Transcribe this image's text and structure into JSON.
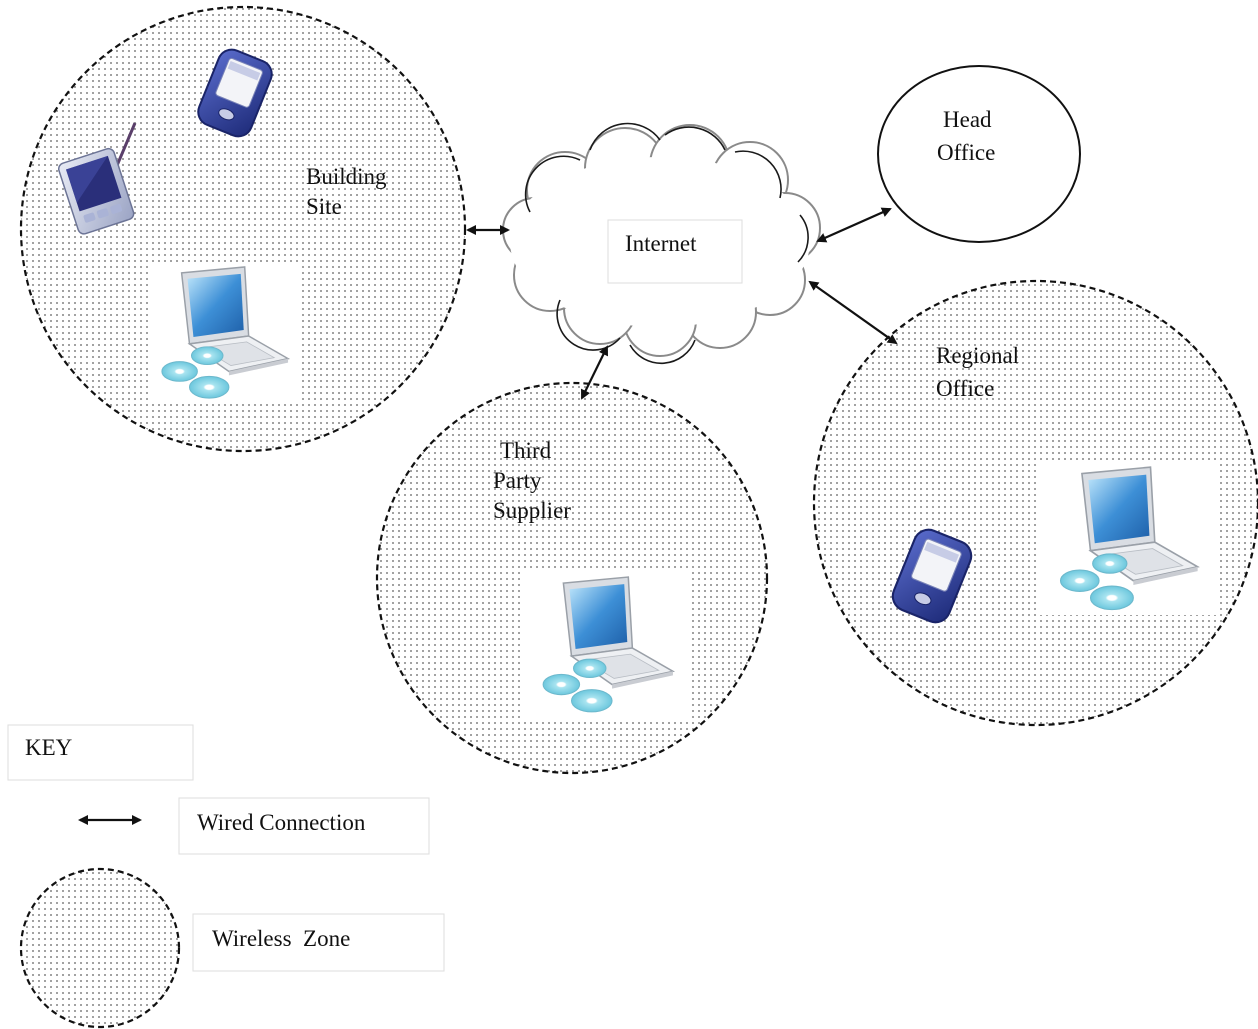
{
  "nodes": {
    "building_site": {
      "line1": "Building",
      "line2": "Site"
    },
    "internet": {
      "label": "Internet"
    },
    "head_office": {
      "line1": "Head",
      "line2": "Office"
    },
    "regional_office": {
      "line1": "Regional",
      "line2": "Office"
    },
    "third_party": {
      "line1": "Third",
      "line2": "Party",
      "line3": "Supplier"
    }
  },
  "key": {
    "title": "KEY",
    "wired": "Wired Connection",
    "wireless": "Wireless  Zone"
  },
  "colors": {
    "line": "#111111",
    "dots": "#555555",
    "device_blue": "#2a3a8c",
    "screen_blue": "#3d8fd6",
    "disc_cyan": "#8fd6e6",
    "cloud_grey": "#8a8a8a"
  }
}
